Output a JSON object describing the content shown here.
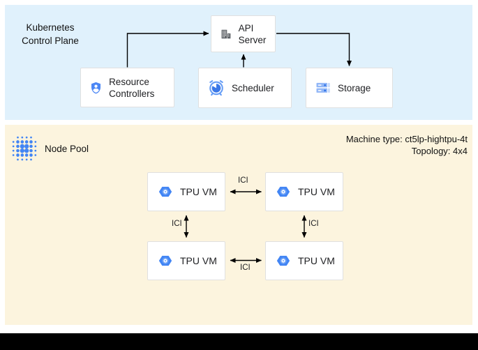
{
  "control_plane": {
    "title": "Kubernetes Control Plane",
    "api_server_label": "API Server",
    "resource_controllers_label": "Resource Controllers",
    "scheduler_label": "Scheduler",
    "storage_label": "Storage"
  },
  "node_pool": {
    "title": "Node Pool",
    "machine_type": "Machine type: ct5lp-hightpu-4t",
    "topology": "Topology: 4x4",
    "tpu_vm_label": "TPU VM",
    "ici_label": "ICI"
  },
  "icons": {
    "api_server": "building-icon",
    "resource_controllers": "shield-user-icon",
    "scheduler": "alarm-clock-icon",
    "storage": "server-stack-icon",
    "node_pool": "dots-cluster-icon",
    "tpu_vm": "tpu-hexagon-icon"
  },
  "colors": {
    "control_plane_bg": "#E0F1FC",
    "node_pool_bg": "#FCF4DE",
    "google_blue": "#4285F4",
    "dark_blue": "#2B6FE4",
    "light_blue": "#92B7F7",
    "icon_gray": "#5F6368",
    "box_border": "#E0E0E0",
    "arrow": "#000000"
  }
}
